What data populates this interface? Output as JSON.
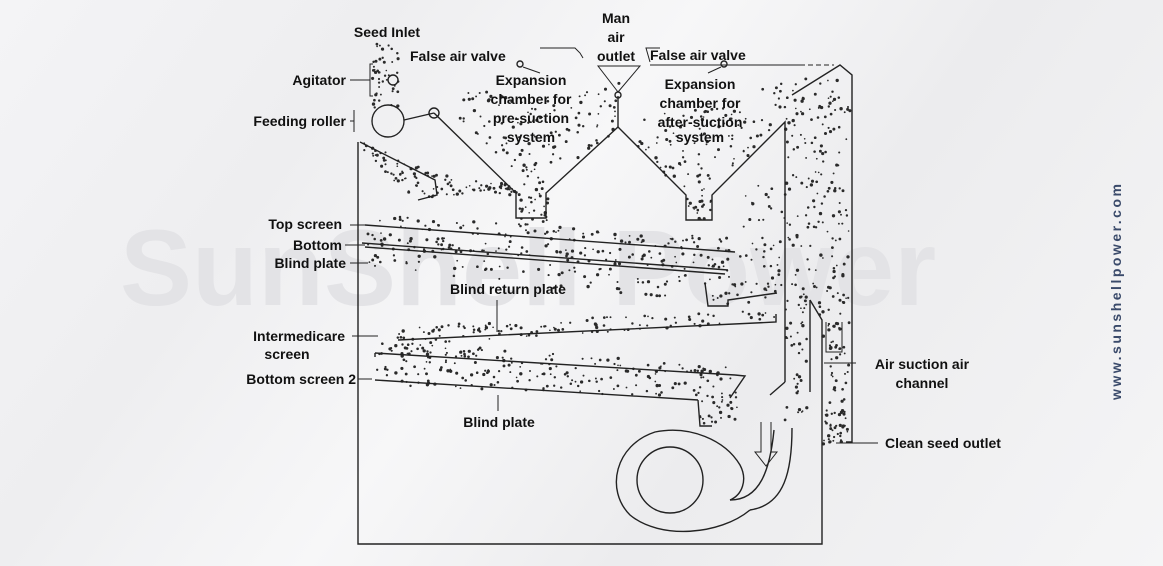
{
  "watermark": "SunShell Power",
  "side_url": "www.sunshellpower.com",
  "labels": {
    "seed_inlet": "Seed Inlet",
    "false_air_valve_1": "False air valve",
    "man_air_outlet": [
      "Man",
      "air",
      "outlet"
    ],
    "false_air_valve_2": "False air valve",
    "agitator": "Agitator",
    "feeding_roller": "Feeding roller",
    "expansion_pre": [
      "Expansion",
      "chamber for",
      "pre-suction",
      "system"
    ],
    "expansion_after": [
      "Expansion",
      "chamber for",
      "after-suction",
      "system"
    ],
    "top_screen": "Top screen",
    "bottom": "Bottom",
    "blind_plate_1": "Blind plate",
    "blind_return_plate": "Blind return plate",
    "intermediate_screen": [
      "Intermedicare",
      "screen"
    ],
    "bottom_screen_2": "Bottom screen 2",
    "blind_plate_2": "Blind plate",
    "air_suction_channel": [
      "Air suction air",
      "channel"
    ],
    "clean_seed_outlet": "Clean seed outlet"
  }
}
